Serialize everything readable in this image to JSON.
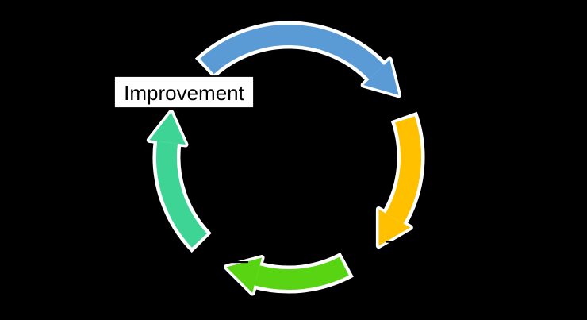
{
  "background_color": "#000000",
  "diagram": {
    "type": "cycle-diagram",
    "outline_color": "#ffffff",
    "artifact_line_color": "#000000",
    "label": {
      "text": "Improvement",
      "bg_color": "#ffffff",
      "border_color": "#000000",
      "text_color": "#000000"
    },
    "arrows": {
      "top": {
        "color": "#5B9BD5",
        "direction": "points down-right (clockwise over the top)"
      },
      "right": {
        "color": "#FFC000",
        "direction": "points down-left (clockwise down the right side)"
      },
      "bottom": {
        "color": "#58D412",
        "direction": "points left (clockwise along the bottom)"
      },
      "left": {
        "color": "#3ED496",
        "direction": "points up toward the Improvement label"
      }
    }
  }
}
